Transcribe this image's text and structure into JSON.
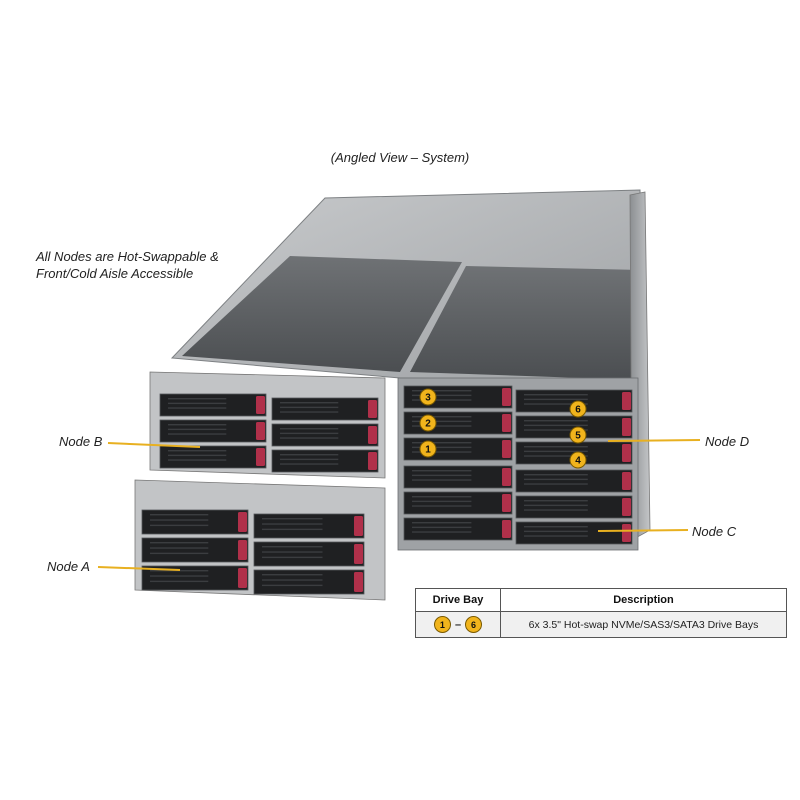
{
  "title": "(Angled View – System)",
  "note": "All Nodes are Hot-Swappable &\nFront/Cold Aisle Accessible",
  "nodes": {
    "a": "Node A",
    "b": "Node B",
    "c": "Node C",
    "d": "Node D"
  },
  "bay_numbers": [
    "1",
    "2",
    "3",
    "4",
    "5",
    "6"
  ],
  "table": {
    "col_bay": "Drive Bay",
    "col_desc": "Description",
    "bay_from": "1",
    "bay_to": "6",
    "description": "6x 3.5\" Hot-swap NVMe/SAS3/SATA3 Drive  Bays"
  },
  "colors": {
    "badge": "#f1b41c",
    "callout_line": "#e8b020",
    "drive_latch": "#b0304a",
    "chassis": "#a9acaf"
  }
}
